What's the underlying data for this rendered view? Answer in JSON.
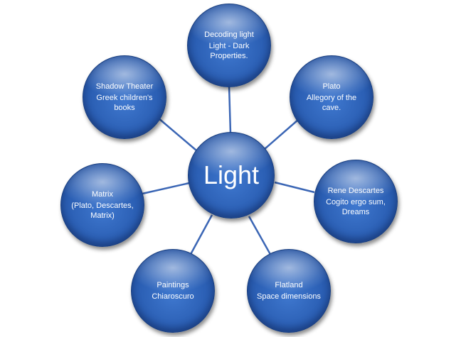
{
  "center": {
    "label": "Light"
  },
  "nodes": {
    "top": {
      "line1": "Decoding light",
      "line2": "Light - Dark Properties."
    },
    "top_right": {
      "line1": "Plato",
      "line2": "Allegory of the cave."
    },
    "right": {
      "line1": "Rene Descartes",
      "line2": "Cogito ergo sum, Dreams"
    },
    "bottom_right": {
      "line1": "Flatland",
      "line2": "Space dimensions"
    },
    "bottom_left": {
      "line1": "Paintings",
      "line2": "Chiaroscuro"
    },
    "left": {
      "line1": "Matrix",
      "line2": "(Plato, Descartes, Matrix)"
    },
    "top_left": {
      "line1": "Shadow Theater",
      "line2": "Greek children's books"
    }
  },
  "colors": {
    "connector": "#3b66b5",
    "node_fill": "#2b5fb4",
    "text": "#ffffff"
  }
}
